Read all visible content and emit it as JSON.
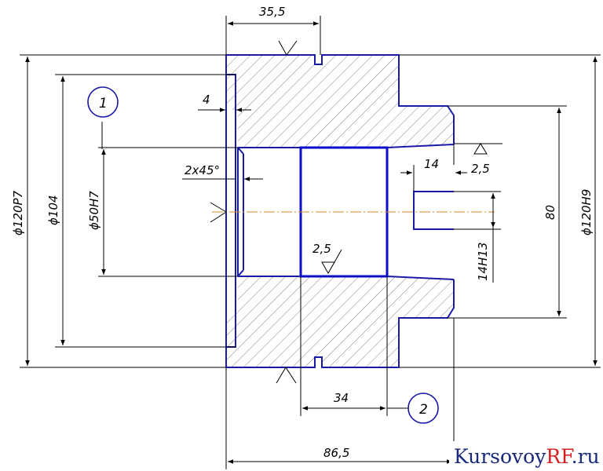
{
  "dimensions": {
    "top_width": "35,5",
    "chamfer_width": "4",
    "chamfer": "2x45°",
    "groove_depth": "14",
    "roughness_outer": "2,5",
    "roughness_bore": "2,5",
    "bore_length": "34",
    "total_length": "86,5",
    "dia_outer_left": "ϕ120P7",
    "dia_104": "ϕ104",
    "dia_bore": "ϕ50H7",
    "hub_width": "80",
    "dia_outer_right": "ϕ120H9",
    "slot_width": "14H13"
  },
  "callouts": {
    "base_1": "1",
    "base_2": "2"
  },
  "watermark": {
    "part1": "Kursovoy",
    "part2": "RF",
    "part3": ".ru"
  },
  "colors": {
    "outline": "#1a1aa8",
    "axis": "#d98a2b",
    "watermark_dark": "#1a2a7a",
    "watermark_red": "#d42020"
  }
}
